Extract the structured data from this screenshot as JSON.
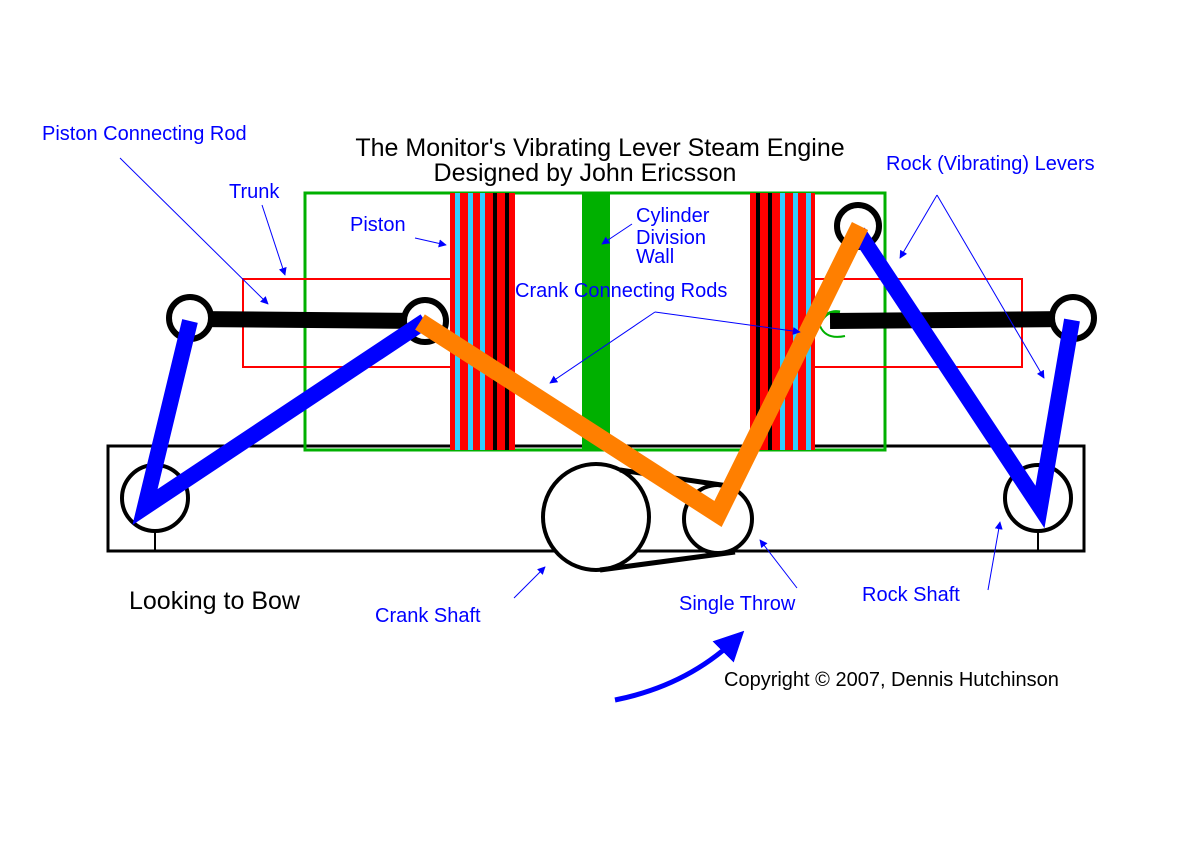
{
  "title_line1": "The Monitor's Vibrating Lever Steam Engine",
  "title_line2": "Designed by John Ericsson",
  "labels": {
    "piston_connecting_rod": "Piston Connecting Rod",
    "trunk": "Trunk",
    "piston": "Piston",
    "cylinder_wall_line1": "Cylinder",
    "cylinder_wall_line2": "Division",
    "cylinder_wall_line3": "Wall",
    "crank_connecting_rods": "Crank Connecting Rods",
    "rock_levers": "Rock (Vibrating) Levers",
    "crank_shaft": "Crank Shaft",
    "single_throw": "Single Throw",
    "rock_shaft": "Rock Shaft"
  },
  "caption": "Looking to Bow",
  "copyright": "Copyright © 2007, Dennis Hutchinson",
  "colors": {
    "label_blue": "#0000ff",
    "lever_blue": "#0000ff",
    "crank_rod_orange": "#ff7f00",
    "cylinder_green": "#00b000",
    "piston_red": "#ff0000",
    "piston_cyan": "#33ccff",
    "trunk_red": "#ff0000"
  }
}
